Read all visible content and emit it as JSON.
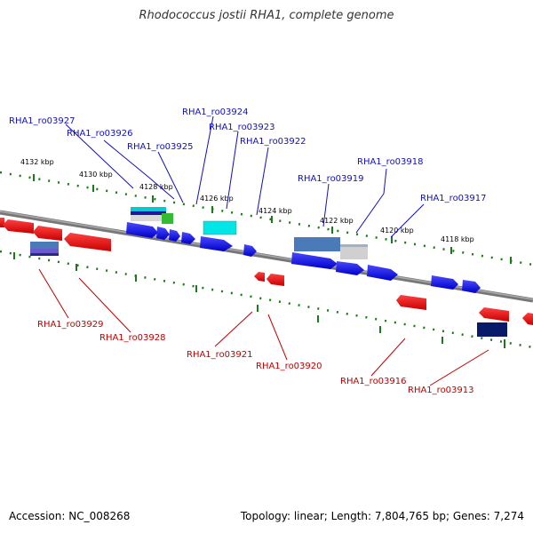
{
  "title": "Rhodococcus jostii RHA1, complete genome",
  "footer": {
    "accession": "Accession: NC_008268",
    "summary": "Topology: linear; Length: 7,804,765 bp; Genes: 7,274"
  },
  "ticks": [
    "4132 kbp",
    "4130 kbp",
    "4128 kbp",
    "4126 kbp",
    "4124 kbp",
    "4122 kbp",
    "4120 kbp",
    "4118 kbp"
  ],
  "top_labels": [
    "RHA1_ro03927",
    "RHA1_ro03926",
    "RHA1_ro03925",
    "RHA1_ro03924",
    "RHA1_ro03923",
    "RHA1_ro03922",
    "RHA1_ro03919",
    "RHA1_ro03918",
    "RHA1_ro03917"
  ],
  "bottom_labels": [
    "RHA1_ro03929",
    "RHA1_ro03928",
    "RHA1_ro03921",
    "RHA1_ro03920",
    "RHA1_ro03916",
    "RHA1_ro03913"
  ],
  "colors": {
    "forward_gene": "#0000ee",
    "reverse_gene": "#ee0000",
    "backbone": "#888888",
    "tick": "#1a7a1a",
    "top_label": "#1010c0",
    "bottom_label": "#c00000"
  }
}
